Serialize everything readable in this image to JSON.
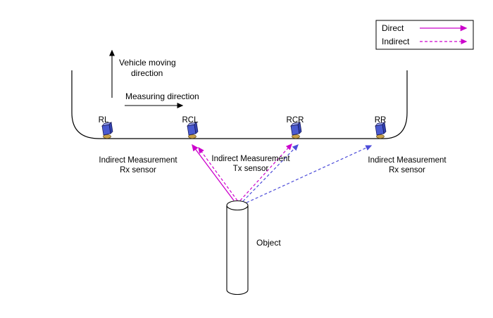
{
  "legend": {
    "direct": "Direct",
    "indirect": "Indirect"
  },
  "annotations": {
    "vehicle_moving_line1": "Vehicle moving",
    "vehicle_moving_line2": "direction",
    "measuring": "Measuring direction"
  },
  "sensors": {
    "rl": "RL",
    "rcl": "RCL",
    "rcr": "RCR",
    "rr": "RR"
  },
  "captions": {
    "left_line1": "Indirect Measurement",
    "left_line2": "Rx sensor",
    "center_line1": "Indirect Measurement",
    "center_line2": "Tx sensor",
    "right_line1": "Indirect Measurement",
    "right_line2": "Rx sensor"
  },
  "object": {
    "label": "Object"
  },
  "colors": {
    "direct_arrow": "#CC00CC",
    "indirect_arrow_magenta": "#CC00CC",
    "indirect_arrow_blue": "#4C4CD9",
    "sensor_body": "#4A5AD0",
    "sensor_base": "#C9A24B"
  }
}
